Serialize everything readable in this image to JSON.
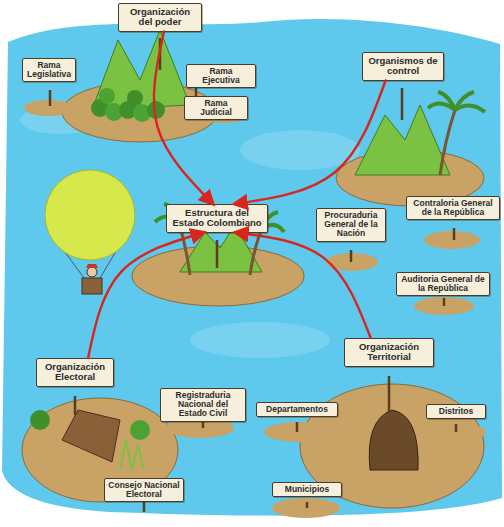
{
  "diagram": {
    "nodes": [
      {
        "text": [
          "Organización del poder"
        ]
      },
      {
        "text": [
          "Rama Legislativa"
        ]
      },
      {
        "text": [
          "Rama Ejecutiva"
        ]
      },
      {
        "text": [
          "Rama Judicial"
        ]
      },
      {
        "text": [
          "Organismos de control"
        ]
      },
      {
        "text": [
          "Procuraduria General de la Nación"
        ]
      },
      {
        "text": [
          "Contraloria General de la República"
        ]
      },
      {
        "text": [
          "Auditoria General de la República"
        ]
      },
      {
        "text": [
          "Estructura del Estado Colombiano"
        ]
      },
      {
        "text": [
          "Organización Electoral"
        ]
      },
      {
        "text": [
          "Organización Territorial"
        ]
      },
      {
        "text": [
          "Registraduria Nacional del Estado Civil"
        ]
      },
      {
        "text": [
          "Departamentos"
        ]
      },
      {
        "text": [
          "Distritos"
        ]
      },
      {
        "text": [
          "Consejo Nacional Electoral"
        ]
      },
      {
        "text": [
          "Municipios"
        ]
      }
    ],
    "edges": [
      {
        "from": 0,
        "to": 8,
        "arrow": "to"
      },
      {
        "from": 4,
        "to": 8,
        "arrow": "to"
      },
      {
        "from": 9,
        "to": 8,
        "arrow": "to"
      },
      {
        "from": 10,
        "to": 8,
        "arrow": "to"
      }
    ]
  }
}
